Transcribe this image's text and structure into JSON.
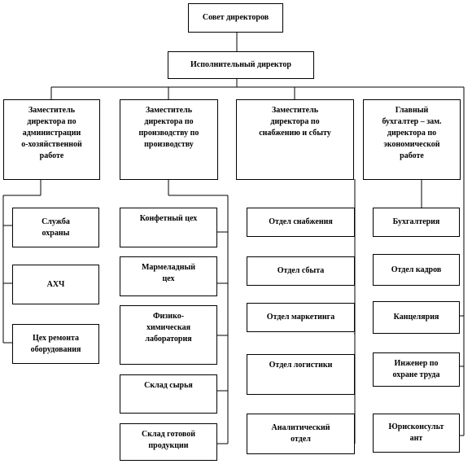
{
  "board": "Совет директоров",
  "executive": "Исполнительный директор",
  "deputies": [
    {
      "title": "Заместитель\nдиректора по\nадминистрации\nо-хозяйственной\nработе",
      "units": [
        "Служба\nохраны",
        "АХЧ",
        "Цех ремонта\nоборудования"
      ]
    },
    {
      "title": "Заместитель\nдиректора по\nпроизводству по\nпроизводству",
      "units": [
        "Конфетный цех",
        "Мармеладный\nцех",
        "Физико-\nхимическая\nлаборатория",
        "Склад сырья",
        "Склад готовой\nпродукции"
      ]
    },
    {
      "title": "Заместитель\nдиректора по\nснабжению и сбыту",
      "units": [
        "Отдел снабжения",
        "Отдел сбыта",
        "Отдел маркетинга",
        "Отдел логистики",
        "Аналитический\nотдел"
      ]
    },
    {
      "title": "Главный\nбухгалтер – зам.\nдиректора по\nэкономической\nработе",
      "units": [
        "Бухгалтерия",
        "Отдел кадров",
        "Канцелярия",
        "Инженер по\nохране труда",
        "Юрисконсульт\nант"
      ]
    }
  ]
}
